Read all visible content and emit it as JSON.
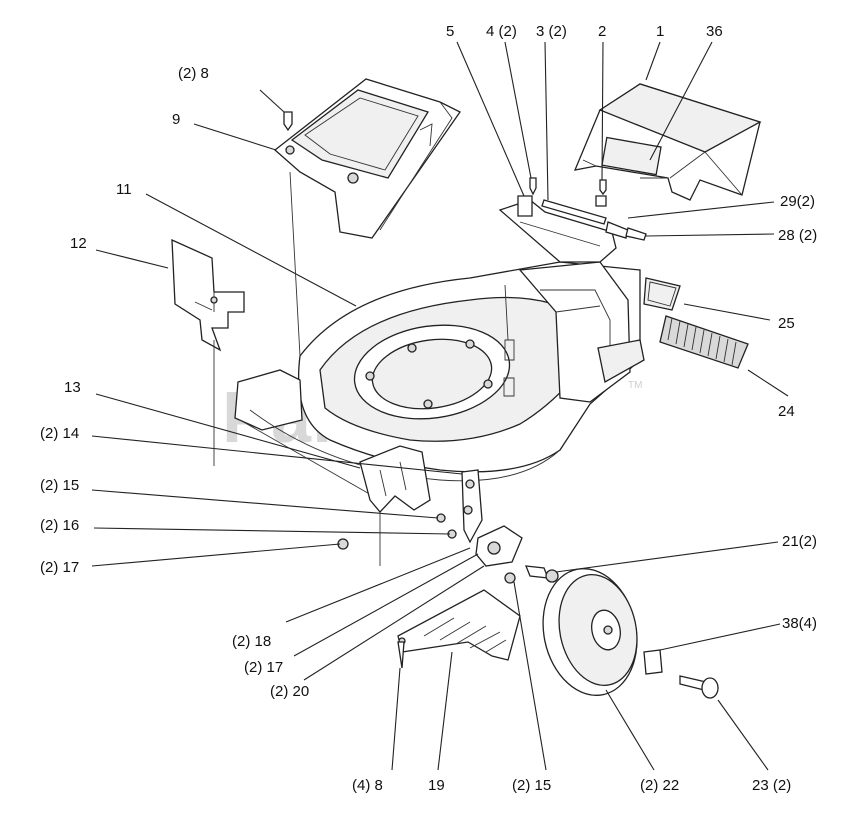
{
  "watermark": {
    "text": "PartsTree",
    "trademark": "TM"
  },
  "callouts": [
    {
      "id": "c5",
      "text": "5"
    },
    {
      "id": "c4",
      "text": "4 (2)"
    },
    {
      "id": "c3",
      "text": "3 (2)"
    },
    {
      "id": "c2",
      "text": "2"
    },
    {
      "id": "c1",
      "text": "1"
    },
    {
      "id": "c36",
      "text": "36"
    },
    {
      "id": "c8top",
      "text": "(2)  8"
    },
    {
      "id": "c9",
      "text": "9"
    },
    {
      "id": "c11",
      "text": "11"
    },
    {
      "id": "c12",
      "text": "12"
    },
    {
      "id": "c29",
      "text": "29(2)"
    },
    {
      "id": "c28",
      "text": "28 (2)"
    },
    {
      "id": "c25",
      "text": "25"
    },
    {
      "id": "c24",
      "text": "24"
    },
    {
      "id": "c13",
      "text": "13"
    },
    {
      "id": "c14",
      "text": "(2) 14"
    },
    {
      "id": "c15a",
      "text": "(2) 15"
    },
    {
      "id": "c16",
      "text": "(2) 16"
    },
    {
      "id": "c17a",
      "text": "(2) 17"
    },
    {
      "id": "c21",
      "text": "21(2)"
    },
    {
      "id": "c38",
      "text": "38(4)"
    },
    {
      "id": "c18",
      "text": "(2) 18"
    },
    {
      "id": "c17b",
      "text": "(2)  17"
    },
    {
      "id": "c20",
      "text": "(2)  20"
    },
    {
      "id": "c8bot",
      "text": "(4)  8"
    },
    {
      "id": "c19",
      "text": "19"
    },
    {
      "id": "c15b",
      "text": "(2) 15"
    },
    {
      "id": "c22",
      "text": "(2) 22"
    },
    {
      "id": "c23",
      "text": "23 (2)"
    }
  ]
}
